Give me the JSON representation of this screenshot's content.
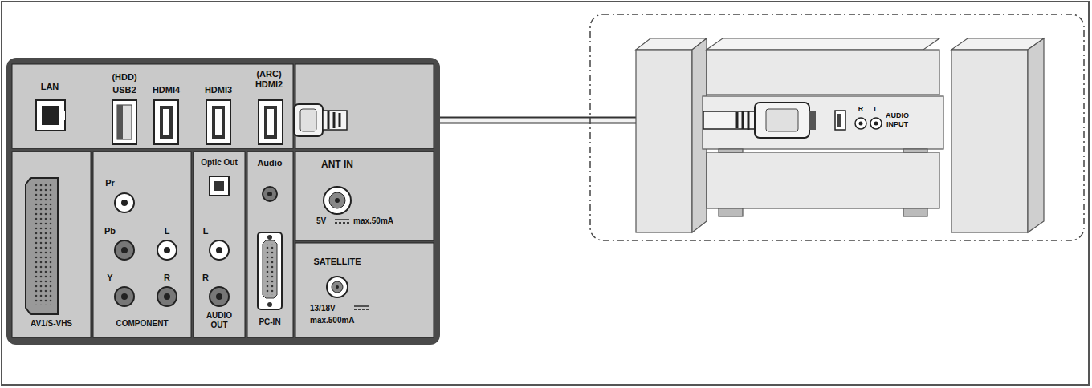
{
  "diagram": {
    "nodes": [
      {
        "text": [
          "(ARC) HDMI2"
        ]
      },
      {
        "text": [
          "R",
          "L",
          "AUDIO INPUT"
        ]
      }
    ],
    "edges": [
      {
        "from": 0,
        "to": 1,
        "arrow": "none"
      }
    ],
    "labels": [
      "LAN",
      "(HDD)",
      "USB2",
      "HDMI4",
      "HDMI3",
      "Pr",
      "Pb",
      "L",
      "Y",
      "R",
      "COMPONENT",
      "AV1/S-VHS",
      "Optic Out",
      "L",
      "R",
      "AUDIO OUT",
      "Audio",
      "PC-IN",
      "ANT IN",
      "5V",
      "max.50mA",
      "SATELLITE",
      "13/18V",
      "max.500mA"
    ]
  }
}
